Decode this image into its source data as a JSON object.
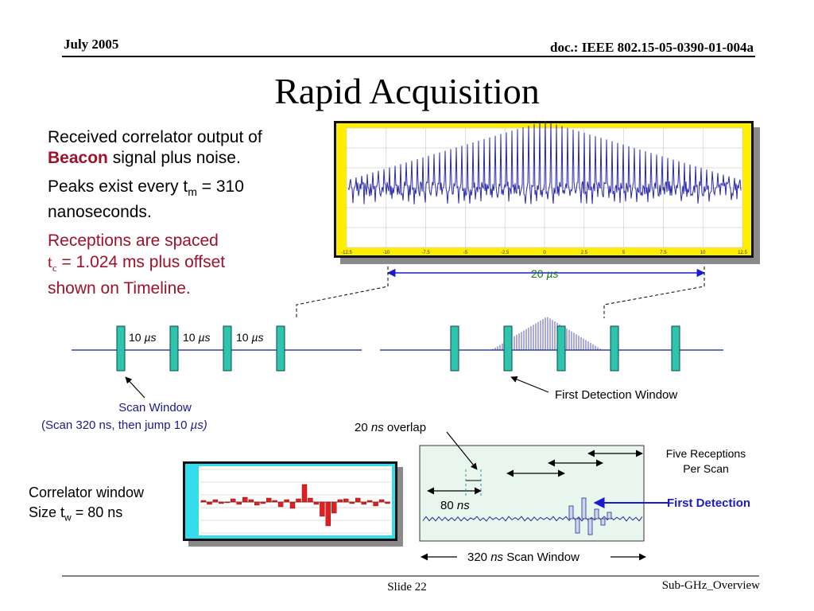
{
  "header": {
    "date": "July 2005",
    "doc": "doc.: IEEE 802.15-05-0390-01-004a"
  },
  "title": "Rapid Acquisition",
  "left_text": {
    "p1_line1": "Received correlator output of",
    "p1_beacon": "Beacon",
    "p1_rest": " signal plus noise.",
    "p2_line1_pre": "Peaks exist every t",
    "p2_sub": "m",
    "p2_line1_post": " = 310",
    "p2_line2": "nanoseconds.",
    "p3_line1": "Receptions are spaced",
    "p3_line2_pre": "t",
    "p3_sub": "c",
    "p3_line2_post": " = 1.024 ms plus offset",
    "p3_line3": "shown on Timeline."
  },
  "scope": {
    "x_ticks": [
      "-12.5",
      "-10",
      "-7.5",
      "-5",
      "-2.5",
      "0",
      "2.5",
      "5",
      "7.5",
      "10",
      "12.5"
    ],
    "span_num": "20 ",
    "span_unit": "µs"
  },
  "timeline": {
    "interval_num": "10 ",
    "interval_unit": "µs",
    "scan_window_title": "Scan Window",
    "scan_window_detail_pre": "(Scan 320 ns, then jump 10 ",
    "scan_window_detail_unit": "µs)",
    "first_detection_window": "First Detection Window"
  },
  "correlator": {
    "line1": "Correlator window",
    "line2_pre": "Size t",
    "line2_sub": "w",
    "line2_post": " = 80 ns"
  },
  "scan_detail": {
    "overlap_num": "20 ",
    "overlap_unit": "ns",
    "overlap_word": " overlap",
    "window_num": "80 ",
    "window_unit": "ns",
    "five_line1": "Five Receptions",
    "five_line2": "Per Scan",
    "first_detection": "First Detection",
    "scan_num": "320 ",
    "scan_unit": "ns",
    "scan_word": " Scan Window"
  },
  "footer": {
    "slide": "Slide 22",
    "right": "Sub-GHz_Overview"
  },
  "colors": {
    "accent_red": "#a0102a",
    "navy": "#1a1a8c",
    "teal": "#2ec4b0",
    "signal_blue": "#2a2aa8",
    "scope_border": "#ffee00"
  }
}
